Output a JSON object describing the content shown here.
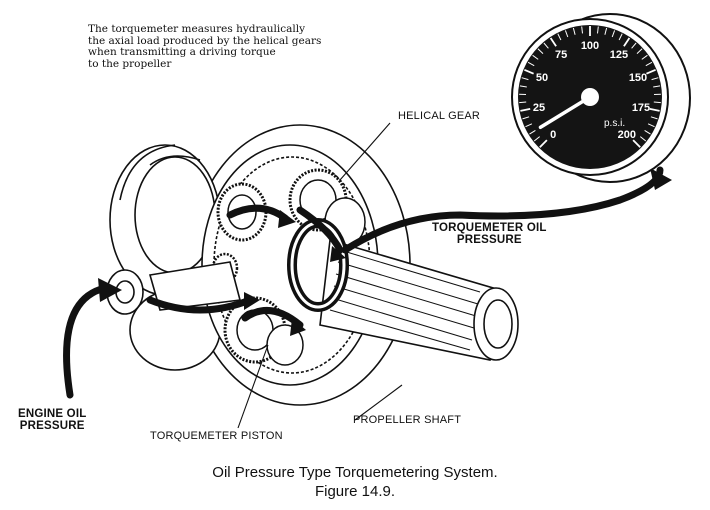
{
  "note": "The torquemeter measures hydraulically\nthe axial load produced by the helical gears\nwhen transmitting a driving torque\nto the propeller",
  "labels": {
    "helical_gear": "HELICAL GEAR",
    "torquemeter_oil_pressure": "TORQUEMETER OIL\nPRESSURE",
    "engine_oil_pressure": "ENGINE OIL\nPRESSURE",
    "torquemeter_piston": "TORQUEMETER PISTON",
    "propeller_shaft": "PROPELLER SHAFT"
  },
  "gauge": {
    "scale": [
      "0",
      "25",
      "50",
      "75",
      "100",
      "125",
      "150",
      "175",
      "200"
    ],
    "unit": "p.s.i.",
    "reading_psi": 10
  },
  "caption": {
    "line1": "Oil Pressure Type Torquemetering System.",
    "line2": "Figure 14.9."
  },
  "colors": {
    "ink": "#111111",
    "paper": "#ffffff",
    "dial_face": "#141414"
  }
}
